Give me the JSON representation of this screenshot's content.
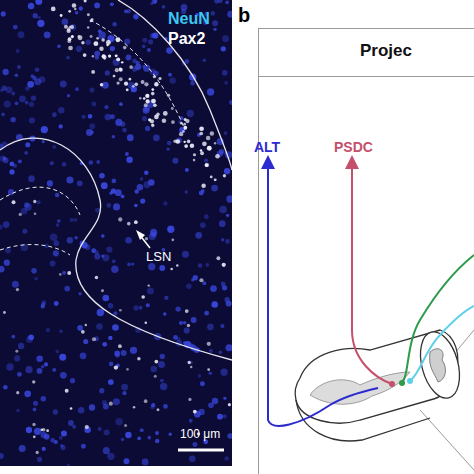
{
  "diagram": {
    "nodes": [
      {
        "text": [
          "Projec"
        ]
      }
    ],
    "labels": [
      "NeuN",
      "Pax2",
      "LSN",
      "100 μm",
      "b",
      "ALT",
      "PSDC"
    ]
  }
}
